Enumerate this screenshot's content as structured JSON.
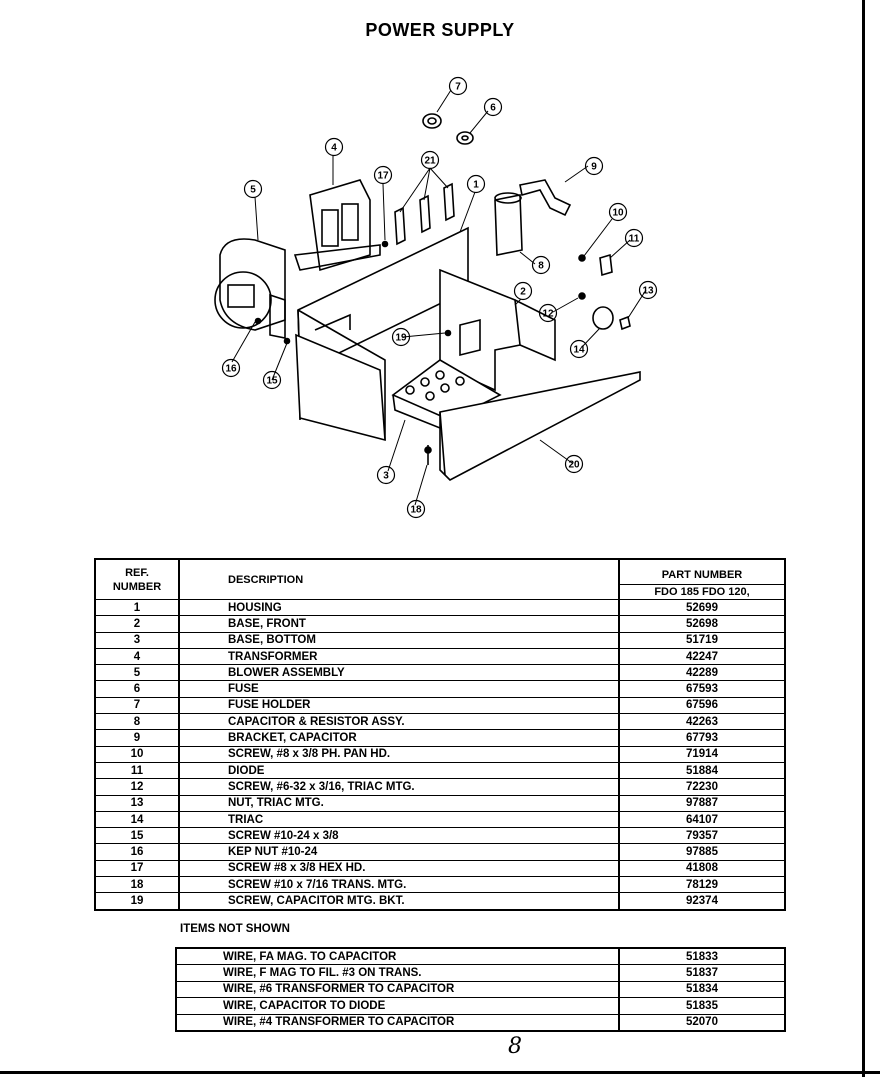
{
  "title": "POWER SUPPLY",
  "callouts": [
    "7",
    "6",
    "4",
    "17",
    "21",
    "1",
    "9",
    "5",
    "10",
    "11",
    "8",
    "2",
    "12",
    "13",
    "19",
    "16",
    "15",
    "14",
    "3",
    "20",
    "18"
  ],
  "table": {
    "header_ref_1": "REF.",
    "header_ref_2": "NUMBER",
    "header_desc": "DESCRIPTION",
    "header_pn_1": "PART NUMBER",
    "header_pn_2": "FDO 185 FDO 120,",
    "rows": [
      {
        "ref": "1",
        "desc": "HOUSING",
        "pn": "52699"
      },
      {
        "ref": "2",
        "desc": "BASE, FRONT",
        "pn": "52698"
      },
      {
        "ref": "3",
        "desc": "BASE, BOTTOM",
        "pn": "51719"
      },
      {
        "ref": "4",
        "desc": "TRANSFORMER",
        "pn": "42247"
      },
      {
        "ref": "5",
        "desc": "BLOWER ASSEMBLY",
        "pn": "42289"
      },
      {
        "ref": "6",
        "desc": "FUSE",
        "pn": "67593"
      },
      {
        "ref": "7",
        "desc": "FUSE HOLDER",
        "pn": "67596"
      },
      {
        "ref": "8",
        "desc": "CAPACITOR & RESISTOR ASSY.",
        "pn": "42263"
      },
      {
        "ref": "9",
        "desc": "BRACKET, CAPACITOR",
        "pn": "67793"
      },
      {
        "ref": "10",
        "desc": "SCREW, #8 x 3/8 PH. PAN HD.",
        "pn": "71914"
      },
      {
        "ref": "11",
        "desc": "DIODE",
        "pn": "51884"
      },
      {
        "ref": "12",
        "desc": "SCREW, #6-32 x 3/16, TRIAC MTG.",
        "pn": "72230"
      },
      {
        "ref": "13",
        "desc": "NUT, TRIAC MTG.",
        "pn": "97887"
      },
      {
        "ref": "14",
        "desc": "TRIAC",
        "pn": "64107"
      },
      {
        "ref": "15",
        "desc": "SCREW #10-24 x 3/8",
        "pn": "79357"
      },
      {
        "ref": "16",
        "desc": "KEP NUT #10-24",
        "pn": "97885"
      },
      {
        "ref": "17",
        "desc": "SCREW #8 x 3/8 HEX HD.",
        "pn": "41808"
      },
      {
        "ref": "18",
        "desc": "SCREW #10 x 7/16 TRANS. MTG.",
        "pn": "78129"
      },
      {
        "ref": "19",
        "desc": "SCREW, CAPACITOR MTG. BKT.",
        "pn": "92374"
      }
    ]
  },
  "items_not_shown": {
    "label": "ITEMS NOT SHOWN",
    "rows": [
      {
        "desc": "WIRE, FA MAG. TO CAPACITOR",
        "pn": "51833"
      },
      {
        "desc": "WIRE, F MAG TO FIL. #3 ON TRANS.",
        "pn": "51837"
      },
      {
        "desc": "WIRE, #6 TRANSFORMER TO CAPACITOR",
        "pn": "51834"
      },
      {
        "desc": "WIRE, CAPACITOR TO DIODE",
        "pn": "51835"
      },
      {
        "desc": "WIRE, #4 TRANSFORMER TO CAPACITOR",
        "pn": "52070"
      }
    ]
  },
  "page_mark": "8"
}
